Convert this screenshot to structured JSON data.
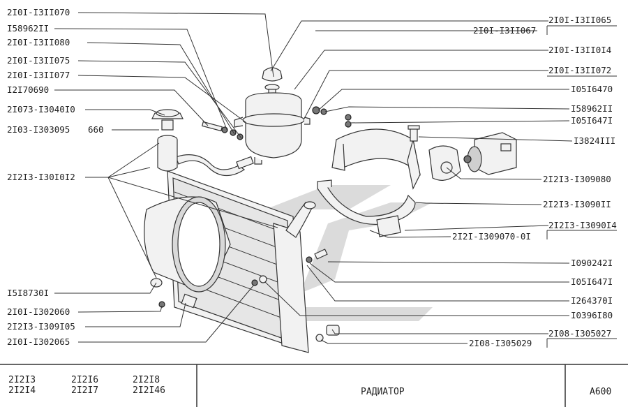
{
  "labels_left": [
    "2I0I-I3II070",
    "I58962II",
    "2I0I-I3II080",
    "2I0I-I3II075",
    "2I0I-I3II077",
    "I2I70690",
    "2I073-I3040I0",
    "2I03-I303095",
    "660",
    "2I2I3-I30I0I2",
    "I5I8730I",
    "2I0I-I302060",
    "2I2I3-I309I05",
    "2I0I-I302065"
  ],
  "labels_right": [
    "2I0I-I3II065",
    "2I0I-I3II067",
    "2I0I-I3II0I4",
    "2I0I-I3II072",
    "I05I6470",
    "I58962II",
    "I05I647I",
    "I3824III",
    "2I2I3-I309080",
    "2I2I3-I3090II",
    "2I2I3-I3090I4",
    "2I2I-I309070-0I",
    "I090242I",
    "I05I647I",
    "I264370I",
    "I0396I80",
    "2I08-I305027",
    "2I08-I305029"
  ],
  "footer": {
    "models": [
      "2I2I3",
      "2I2I4",
      "2I2I6",
      "2I2I7",
      "2I2I8",
      "2I2I46"
    ],
    "title": "РАДИАТОР",
    "code": "A600"
  }
}
